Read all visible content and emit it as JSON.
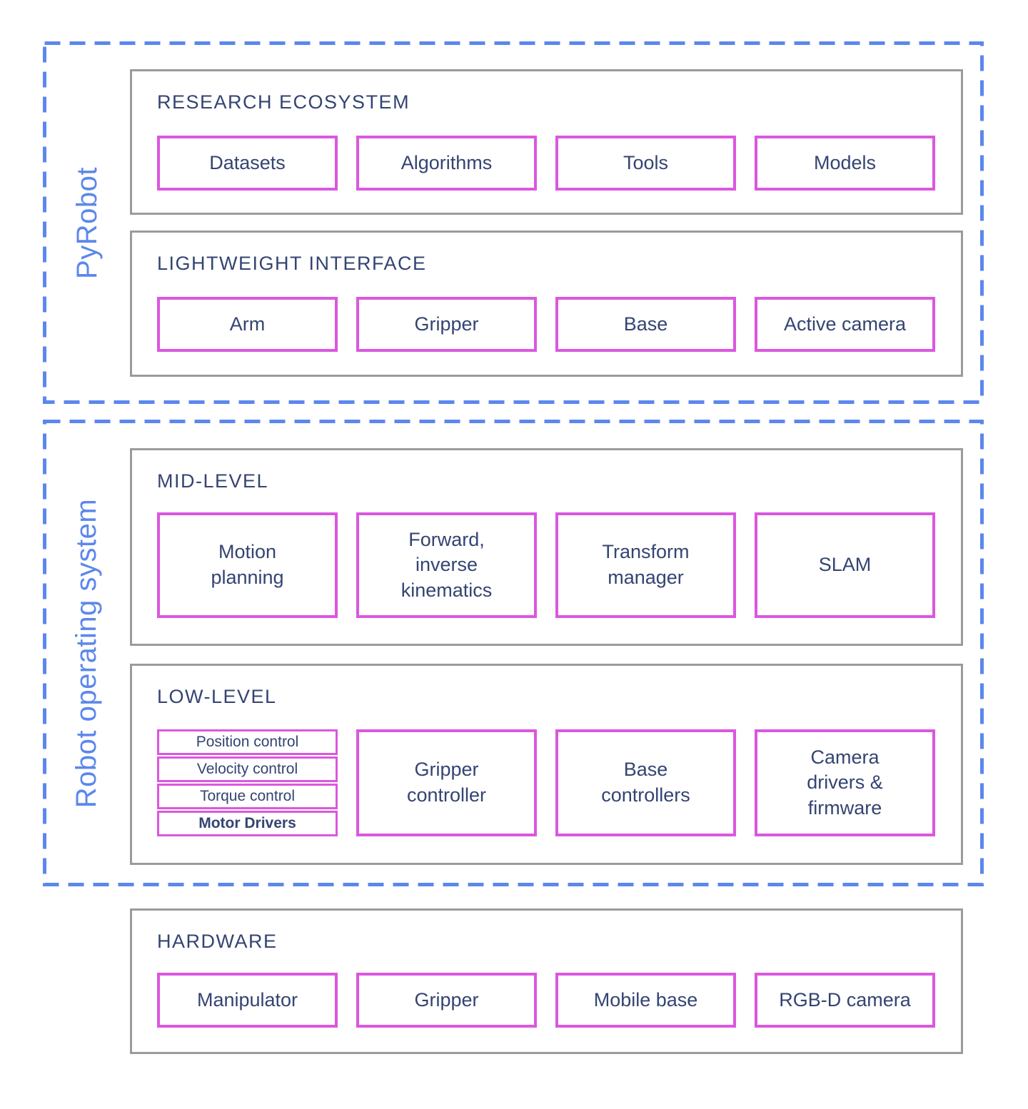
{
  "groups": {
    "pyrobot": {
      "label": "PyRobot"
    },
    "ros": {
      "label": "Robot operating system"
    }
  },
  "sections": {
    "research": {
      "title": "RESEARCH ECOSYSTEM",
      "boxes": [
        "Datasets",
        "Algorithms",
        "Tools",
        "Models"
      ]
    },
    "lightweight": {
      "title": "LIGHTWEIGHT INTERFACE",
      "boxes": [
        "Arm",
        "Gripper",
        "Base",
        "Active camera"
      ]
    },
    "mid": {
      "title": "MID-LEVEL",
      "boxes": [
        "Motion planning",
        "Forward, inverse kinematics",
        "Transform manager",
        "SLAM"
      ]
    },
    "low": {
      "title": "LOW-LEVEL",
      "stack": [
        "Position control",
        "Velocity control",
        "Torque control",
        "Motor Drivers"
      ],
      "boxes": [
        "Gripper controller",
        "Base controllers",
        "Camera drivers & firmware"
      ]
    },
    "hardware": {
      "title": "HARDWARE",
      "boxes": [
        "Manipulator",
        "Gripper",
        "Mobile base",
        "RGB-D camera"
      ]
    }
  },
  "colors": {
    "magenta": "#DB57DF",
    "gray": "#9B9B9B",
    "blue": "#5C87EC",
    "navy": "#344472"
  }
}
